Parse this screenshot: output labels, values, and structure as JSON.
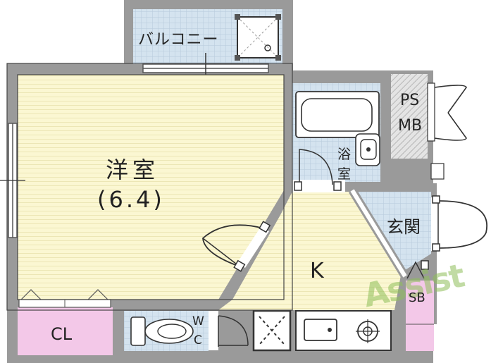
{
  "rooms": {
    "balcony": "バルコニー",
    "western_room": "洋室",
    "western_room_size": "(6.4)",
    "ps_mb_line1": "PS",
    "ps_mb_line2": "MB",
    "bath_line1": "浴",
    "bath_line2": "室",
    "entrance": "玄関",
    "kitchen": "K",
    "shoe_box": "SB",
    "closet": "CL",
    "wc_line1": "W",
    "wc_line2": "C"
  },
  "watermark": "Assist",
  "colors": {
    "wall": "#9a9a9a",
    "room_floor": "#fbf7d2",
    "tile_floor": "#cfe0ee",
    "closet": "#f3c8e8",
    "hatch": "#c8c8c8"
  }
}
